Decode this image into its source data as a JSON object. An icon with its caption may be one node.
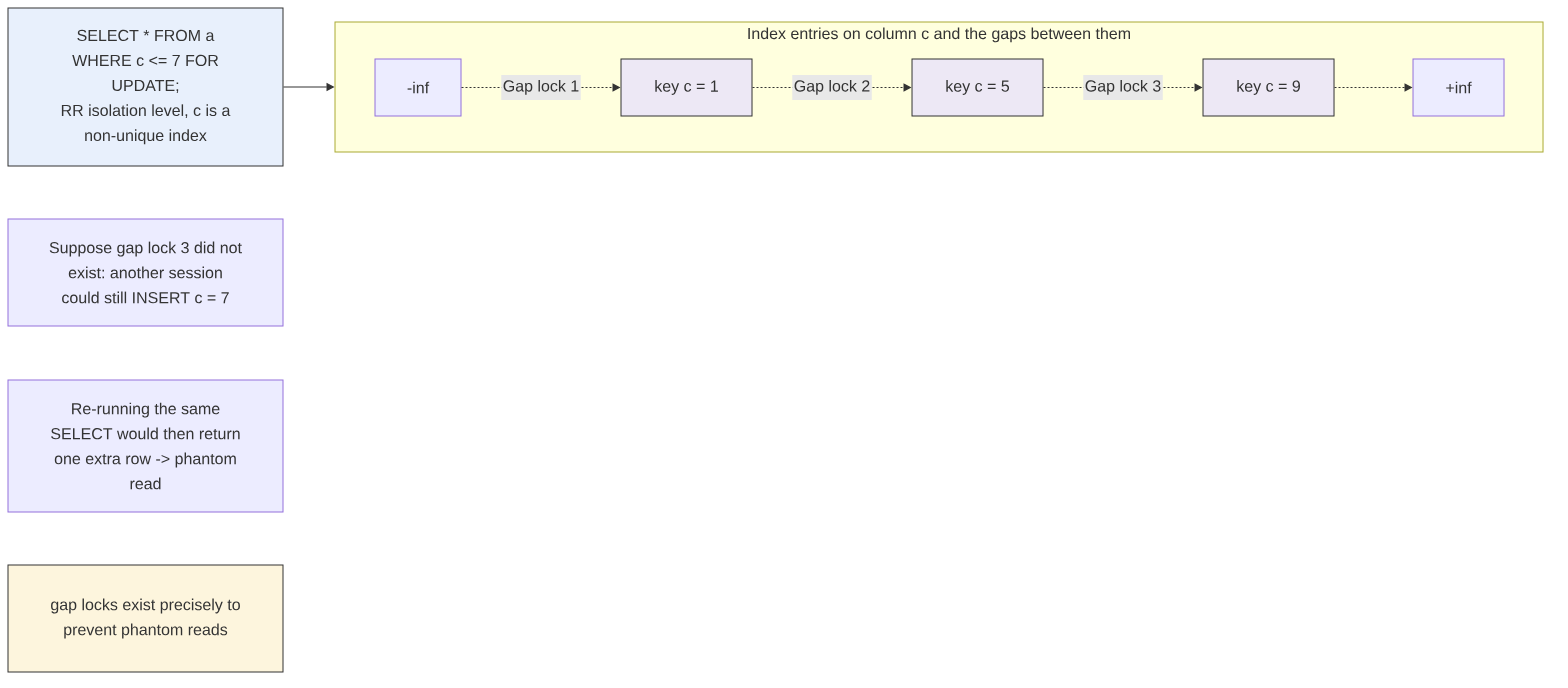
{
  "diagram": {
    "nodes": [
      {
        "text": [
          "SELECT * FROM a WHERE c <= 7 FOR UPDATE;",
          "RR isolation level, c is a non-unique index"
        ]
      },
      {
        "text": [
          "Index entries on column c and the gaps between them"
        ]
      },
      {
        "text": [
          "-inf"
        ],
        "in": 1
      },
      {
        "text": [
          "key c = 1"
        ],
        "in": 1
      },
      {
        "text": [
          "key c = 5"
        ],
        "in": 1
      },
      {
        "text": [
          "key c = 9"
        ],
        "in": 1
      },
      {
        "text": [
          "+inf"
        ],
        "in": 1
      },
      {
        "text": [
          "Suppose gap lock 3 did not exist: another session could still INSERT c = 7"
        ]
      },
      {
        "text": [
          "Re-running the same SELECT would then return one extra row -> phantom read"
        ]
      },
      {
        "text": [
          "gap locks exist precisely to prevent phantom reads"
        ]
      }
    ],
    "edges": [
      {
        "from": 0,
        "to": 1,
        "arrow": "to"
      },
      {
        "from": 2,
        "to": 3,
        "arrow": "to",
        "label": "Gap lock 1",
        "style": "dashed"
      },
      {
        "from": 3,
        "to": 4,
        "arrow": "to",
        "label": "Gap lock 2",
        "style": "dashed"
      },
      {
        "from": 4,
        "to": 5,
        "arrow": "to",
        "label": "Gap lock 3",
        "style": "dashed"
      },
      {
        "from": 5,
        "to": 6,
        "arrow": "to",
        "style": "dashed"
      }
    ]
  }
}
